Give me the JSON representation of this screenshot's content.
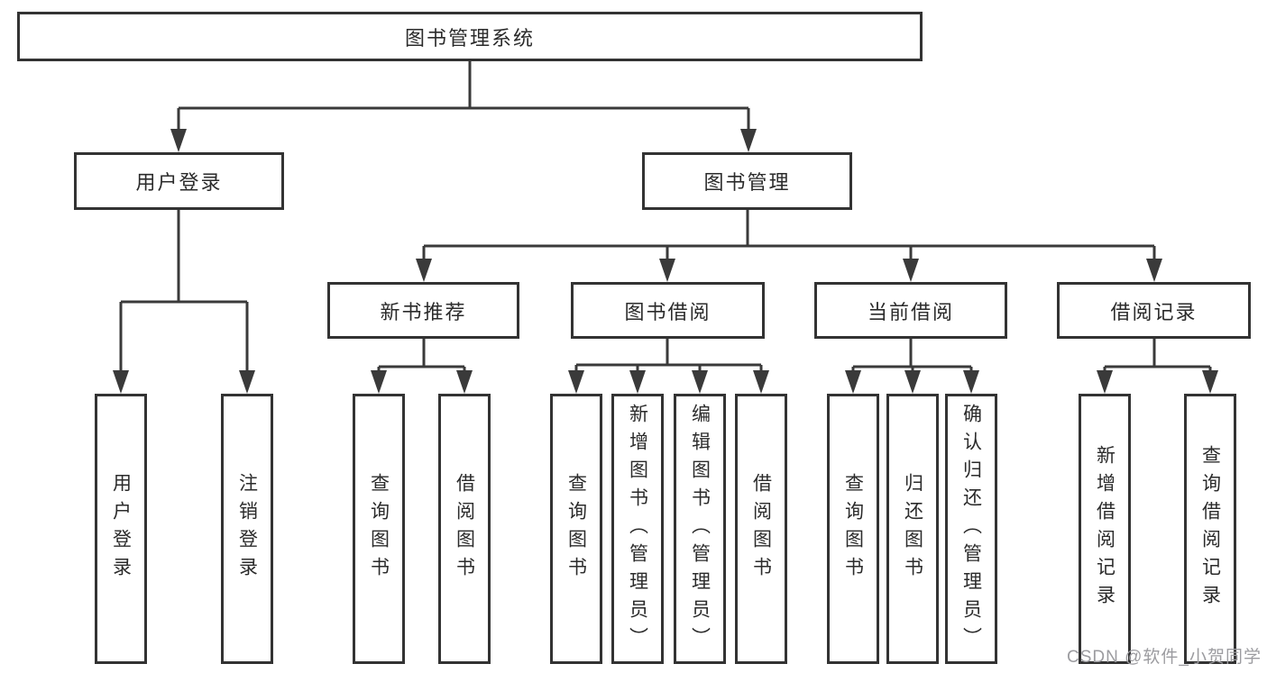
{
  "colors": {
    "line": "#3a3a3a",
    "box-border": "#333333",
    "box-bg": "#ffffff",
    "text": "#2b2b2b",
    "watermark": "#9c9ca0"
  },
  "diagram": {
    "root": {
      "label": "图书管理系统"
    },
    "branches": [
      {
        "label": "用户登录",
        "items": [
          "用户登录",
          "注销登录"
        ]
      },
      {
        "label": "图书管理",
        "sections": [
          {
            "label": "新书推荐",
            "items": [
              "查询图书",
              "借阅图书"
            ]
          },
          {
            "label": "图书借阅",
            "items": [
              "查询图书",
              "新增图书（管理员）",
              "编辑图书（管理员）",
              "借阅图书"
            ]
          },
          {
            "label": "当前借阅",
            "items": [
              "查询图书",
              "归还图书",
              "确认归还（管理员）"
            ]
          },
          {
            "label": "借阅记录",
            "items": [
              "新增借阅记录",
              "查询借阅记录"
            ]
          }
        ]
      }
    ]
  },
  "watermark": {
    "text": "CSDN @软件_小贺同学"
  }
}
